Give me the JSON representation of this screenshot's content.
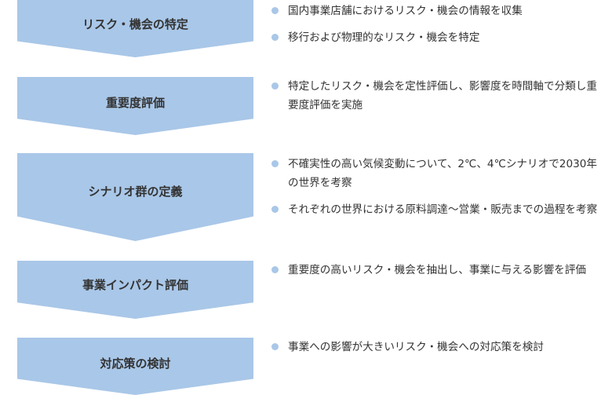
{
  "steps": [
    {
      "label": "リスク・機会の特定",
      "bullets": [
        "国内事業店舗におけるリスク・機会の情報を収集",
        "移行および物理的なリスク・機会を特定"
      ]
    },
    {
      "label": "重要度評価",
      "bullets": [
        "特定したリスク・機会を定性評価し、影響度を時間軸で分類し重要度評価を実施"
      ]
    },
    {
      "label": "シナリオ群の定義",
      "bullets": [
        "不確実性の高い気候変動について、2℃、4℃シナリオで2030年の世界を考察",
        "それぞれの世界における原料調達〜営業・販売までの過程を考察"
      ]
    },
    {
      "label": "事業インパクト評価",
      "bullets": [
        "重要度の高いリスク・機会を抽出し、事業に与える影響を評価"
      ]
    },
    {
      "label": "対応策の検討",
      "bullets": [
        "事業への影響が大きいリスク・機会への対応策を検討"
      ]
    }
  ],
  "colors": {
    "arrow": "#a9c7e8",
    "bullet": "#a9c7e8",
    "text": "#333333"
  }
}
